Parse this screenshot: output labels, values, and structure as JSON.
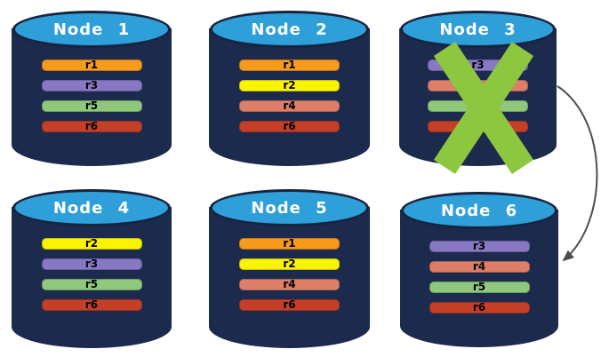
{
  "palette": {
    "cylinder_body": "#1B2A4D",
    "cylinder_top_fill": "#2E9FD9",
    "node_title_color": "#FFFFFF",
    "failure_x_color": "#8DC63F",
    "arrow_color": "#4D4D4D"
  },
  "replica_colors": {
    "r1": "#F89A1B",
    "r2": "#FBF400",
    "r3": "#8878C4",
    "r4": "#DD7E68",
    "r5": "#8FC87D",
    "r6": "#C53F27"
  },
  "nodes": [
    {
      "title": "Node 1",
      "failed": false,
      "replicas": [
        {
          "label": "r1",
          "color": "#F89A1B"
        },
        {
          "label": "r3",
          "color": "#8878C4"
        },
        {
          "label": "r5",
          "color": "#8FC87D"
        },
        {
          "label": "r6",
          "color": "#C53F27"
        }
      ]
    },
    {
      "title": "Node 2",
      "failed": false,
      "replicas": [
        {
          "label": "r1",
          "color": "#F89A1B"
        },
        {
          "label": "r2",
          "color": "#FBF400"
        },
        {
          "label": "r4",
          "color": "#DD7E68"
        },
        {
          "label": "r6",
          "color": "#C53F27"
        }
      ]
    },
    {
      "title": "Node 3",
      "failed": true,
      "replicas": [
        {
          "label": "r3",
          "color": "#8878C4"
        },
        {
          "label": "",
          "color": "#DD7E68"
        },
        {
          "label": "",
          "color": "#8FC87D"
        },
        {
          "label": "",
          "color": "#C53F27"
        }
      ]
    },
    {
      "title": "Node 4",
      "failed": false,
      "replicas": [
        {
          "label": "r2",
          "color": "#FBF400"
        },
        {
          "label": "r3",
          "color": "#8878C4"
        },
        {
          "label": "r5",
          "color": "#8FC87D"
        },
        {
          "label": "r6",
          "color": "#C53F27"
        }
      ]
    },
    {
      "title": "Node 5",
      "failed": false,
      "replicas": [
        {
          "label": "r1",
          "color": "#F89A1B"
        },
        {
          "label": "r2",
          "color": "#FBF400"
        },
        {
          "label": "r4",
          "color": "#DD7E68"
        },
        {
          "label": "r6",
          "color": "#C53F27"
        }
      ]
    },
    {
      "title": "Node 6",
      "failed": false,
      "replicas": [
        {
          "label": "r3",
          "color": "#8878C4"
        },
        {
          "label": "r4",
          "color": "#DD7E68"
        },
        {
          "label": "r5",
          "color": "#8FC87D"
        },
        {
          "label": "r6",
          "color": "#C53F27"
        }
      ]
    }
  ],
  "arrow": {
    "from": "Node 3",
    "to": "Node 6"
  }
}
